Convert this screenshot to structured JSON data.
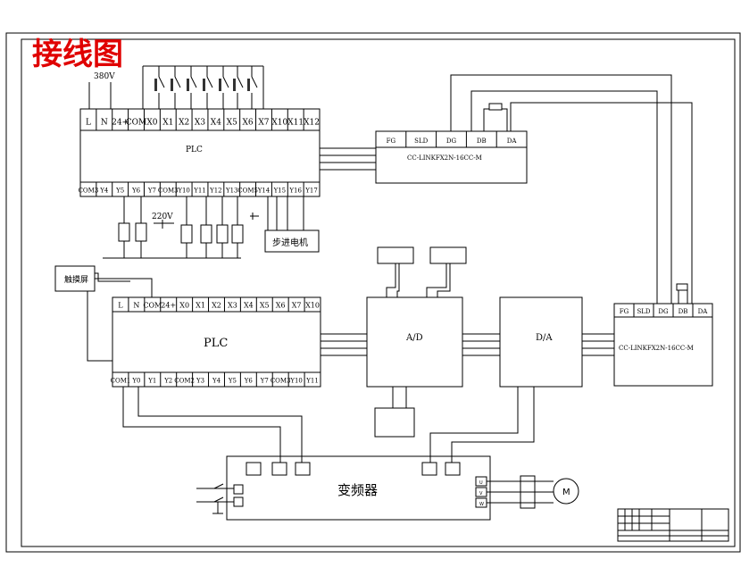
{
  "title": "接线图",
  "supply_voltage": "380V",
  "plc1": {
    "label": "PLC",
    "top_terminals": [
      "L",
      "N",
      "24+",
      "COM",
      "X0",
      "X1",
      "X2",
      "X3",
      "X4",
      "X5",
      "X6",
      "X7",
      "X10",
      "X11",
      "X12"
    ],
    "bottom_terminals": [
      "COM3",
      "Y4",
      "Y5",
      "Y6",
      "Y7",
      "COM3",
      "Y10",
      "Y11",
      "Y12",
      "Y13",
      "COM5",
      "Y14",
      "Y15",
      "Y16",
      "Y17"
    ]
  },
  "voltage_220": "220V",
  "stepper_motor": "步进电机",
  "touch_screen": "触摸屏",
  "plc2": {
    "label": "PLC",
    "top_terminals": [
      "L",
      "N",
      "COM",
      "24+",
      "X0",
      "X1",
      "X2",
      "X3",
      "X4",
      "X5",
      "X6",
      "X7",
      "X10"
    ],
    "bottom_terminals": [
      "COM1",
      "Y0",
      "Y1",
      "Y2",
      "COM2",
      "Y3",
      "Y4",
      "Y5",
      "Y6",
      "Y7",
      "COM3",
      "Y10",
      "Y11"
    ]
  },
  "cclink1": {
    "terminals": [
      "FG",
      "SLD",
      "DG",
      "DB",
      "DA"
    ],
    "label": "CC-LINKFX2N-16CC-M"
  },
  "cclink2": {
    "terminals": [
      "FG",
      "SLD",
      "DG",
      "DB",
      "DA"
    ],
    "label": "CC-LINKFX2N-16CC-M"
  },
  "ad": {
    "label": "A/D"
  },
  "da": {
    "label": "D/A"
  },
  "inverter": {
    "label": "变频器",
    "outputs": [
      "U",
      "V",
      "W"
    ]
  },
  "motor": "M"
}
